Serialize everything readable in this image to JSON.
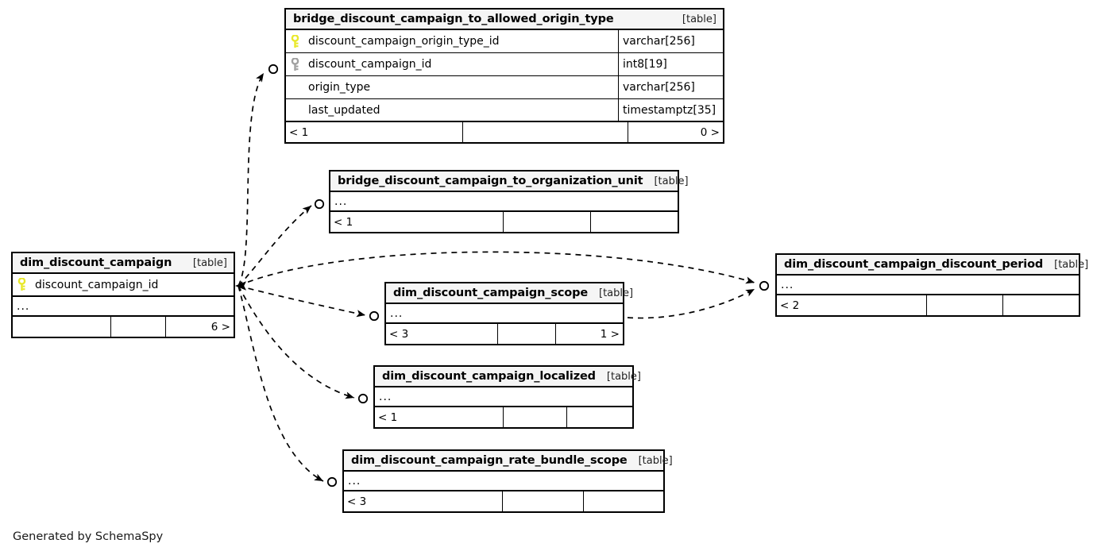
{
  "diagram": {
    "generator_credit": "Generated by SchemaSpy",
    "kind_label": "[table]",
    "ellipsis": "...",
    "background": "#ffffff",
    "line_color": "#000000",
    "header_background": "#f5f5f5",
    "pk_key_color": "#e8e82a",
    "fk_key_color": "#a0a0a0"
  },
  "tables": [
    {
      "id": "bridge_allowed_origin_type",
      "name": "bridge_discount_campaign_to_allowed_origin_type",
      "kind": "[table]",
      "columns": [
        {
          "key": "pk",
          "name": "discount_campaign_origin_type_id",
          "type": "varchar[256]"
        },
        {
          "key": "fk",
          "name": "discount_campaign_id",
          "type": "int8[19]"
        },
        {
          "key": "none",
          "name": "origin_type",
          "type": "varchar[256]"
        },
        {
          "key": "none",
          "name": "last_updated",
          "type": "timestamptz[35]"
        }
      ],
      "has_ellipsis": false,
      "footer": {
        "left": "< 1",
        "middle": "",
        "right": "0 >"
      }
    },
    {
      "id": "bridge_organization_unit",
      "name": "bridge_discount_campaign_to_organization_unit",
      "kind": "[table]",
      "columns": [],
      "has_ellipsis": true,
      "footer": {
        "left": "< 1",
        "middle": "",
        "right": ""
      }
    },
    {
      "id": "dim_discount_campaign",
      "name": "dim_discount_campaign",
      "kind": "[table]",
      "columns": [
        {
          "key": "pk",
          "name": "discount_campaign_id",
          "type": ""
        }
      ],
      "has_ellipsis": true,
      "footer": {
        "left": "",
        "middle": "",
        "right": "6 >"
      }
    },
    {
      "id": "dim_scope",
      "name": "dim_discount_campaign_scope",
      "kind": "[table]",
      "columns": [],
      "has_ellipsis": true,
      "footer": {
        "left": "< 3",
        "middle": "",
        "right": "1 >"
      }
    },
    {
      "id": "dim_localized",
      "name": "dim_discount_campaign_localized",
      "kind": "[table]",
      "columns": [],
      "has_ellipsis": true,
      "footer": {
        "left": "< 1",
        "middle": "",
        "right": ""
      }
    },
    {
      "id": "dim_rate_bundle_scope",
      "name": "dim_discount_campaign_rate_bundle_scope",
      "kind": "[table]",
      "columns": [],
      "has_ellipsis": true,
      "footer": {
        "left": "< 3",
        "middle": "",
        "right": ""
      }
    },
    {
      "id": "dim_discount_period",
      "name": "dim_discount_campaign_discount_period",
      "kind": "[table]",
      "columns": [],
      "has_ellipsis": true,
      "footer": {
        "left": "< 2",
        "middle": "",
        "right": ""
      }
    }
  ],
  "relationships": [
    {
      "from": "dim_discount_campaign",
      "to": "bridge_allowed_origin_type"
    },
    {
      "from": "dim_discount_campaign",
      "to": "bridge_organization_unit"
    },
    {
      "from": "dim_discount_campaign",
      "to": "dim_scope"
    },
    {
      "from": "dim_discount_campaign",
      "to": "dim_localized"
    },
    {
      "from": "dim_discount_campaign",
      "to": "dim_rate_bundle_scope"
    },
    {
      "from": "dim_discount_campaign",
      "to": "dim_discount_period"
    },
    {
      "from": "dim_scope",
      "to": "dim_discount_period"
    }
  ]
}
